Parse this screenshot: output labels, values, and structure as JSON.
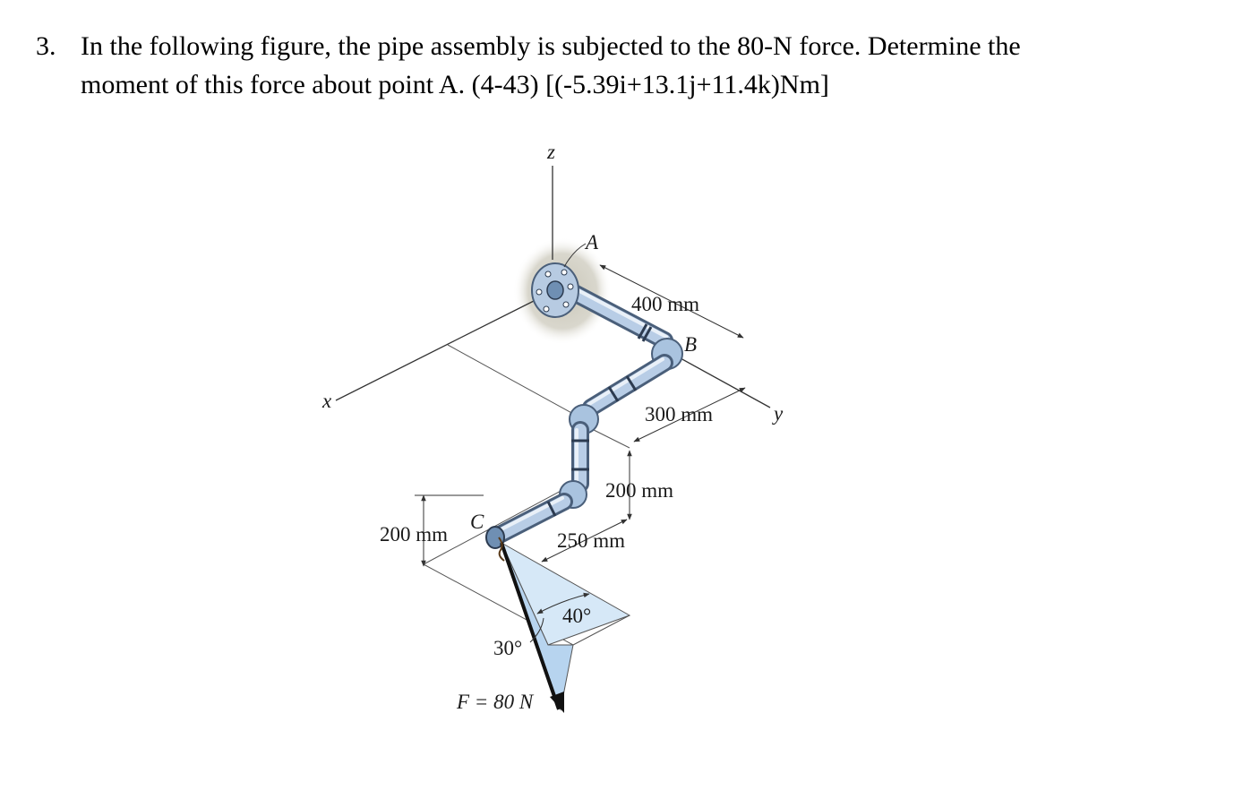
{
  "problem": {
    "number": "3.",
    "line1": "In the following figure, the pipe assembly is subjected to the 80-N force. Determine the",
    "line2": "moment of this force about point A. (4-43) [(-5.39i+13.1j+11.4k)Nm]"
  },
  "figure": {
    "axis_labels": {
      "z": "z",
      "x": "x",
      "y": "y"
    },
    "points": {
      "A": "A",
      "B": "B",
      "C": "C"
    },
    "dimensions": {
      "d400": "400 mm",
      "d300": "300 mm",
      "d200_right": "200 mm",
      "d250": "250 mm",
      "d200_left": "200 mm"
    },
    "angles": {
      "a40": "40°",
      "a30": "30°"
    },
    "force": {
      "label": "F = 80 N"
    },
    "colors": {
      "pipe": "#a9c3df",
      "pipe_dark": "#6f8fb3",
      "wall": "#d8d6cc",
      "force_plane": "#cfe3f5"
    }
  }
}
